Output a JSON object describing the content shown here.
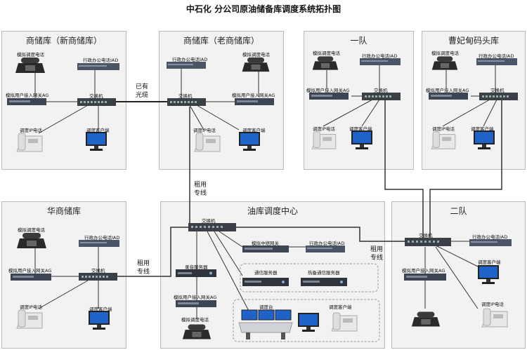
{
  "title": "中石化  分公司原油储备库调度系统拓扑图",
  "sites": {
    "xin": {
      "title": "商储库（新商储库）",
      "phone": "模拟调度电话",
      "iad": "行政办公电话IAD",
      "ag": "模拟用户接入网关AG",
      "switch": "交换机",
      "ipphone": "调度IP电话",
      "client": "调度客户端"
    },
    "lao": {
      "title": "商储库（老商储库）",
      "iad": "行政办公电话IAD",
      "phone": "模拟调度电话",
      "switch": "交换机",
      "ag": "模拟用户接入网关AG",
      "ipphone": "调度IP电话",
      "client": "调度客户端"
    },
    "yidui": {
      "title": "一队",
      "phone": "模拟调度电话",
      "iad": "行政办公电话IAD",
      "ag": "模拟用户接入网关AG",
      "switch": "交换机",
      "ipphone": "调度IP电话",
      "client": "调度客户端"
    },
    "caofei": {
      "title": "曹妃甸码头库",
      "phone": "模拟调度电话",
      "iad": "行政办公电话IAD",
      "ag": "模拟用户接入网关AG",
      "switch": "交换机",
      "ipphone": "调度IP电话",
      "client": "调度客户端"
    },
    "hua": {
      "title": "华商储库",
      "phone": "模拟调度电话",
      "iad": "行政办公电话IAD",
      "ag": "模拟用户接入网关AG",
      "switch": "交换机",
      "ipphone": "调度IP电话",
      "client": "调度客户端"
    },
    "center": {
      "title": "油库调度中心",
      "switch": "交换机",
      "relay": "模拟中继网关",
      "iad": "行政办公电话IAD",
      "record": "录音服务器",
      "comm": "通信服务器",
      "hotcomm": "热备通信服务器",
      "ag": "模拟用户接入网关AG",
      "phone": "模拟调度电话",
      "console": "调度台",
      "client": "调度客户端"
    },
    "erdui": {
      "title": "二队",
      "switch": "交换机",
      "iad": "行政办公电话IAD",
      "client": "调度客户端",
      "ag": "模拟用户接入网关AG",
      "ipphone": "调度IP电话"
    }
  },
  "links": {
    "fiber": "已有光缆",
    "lease1": "租用专线",
    "lease2": "租用专线",
    "lease3": "租用专线"
  }
}
